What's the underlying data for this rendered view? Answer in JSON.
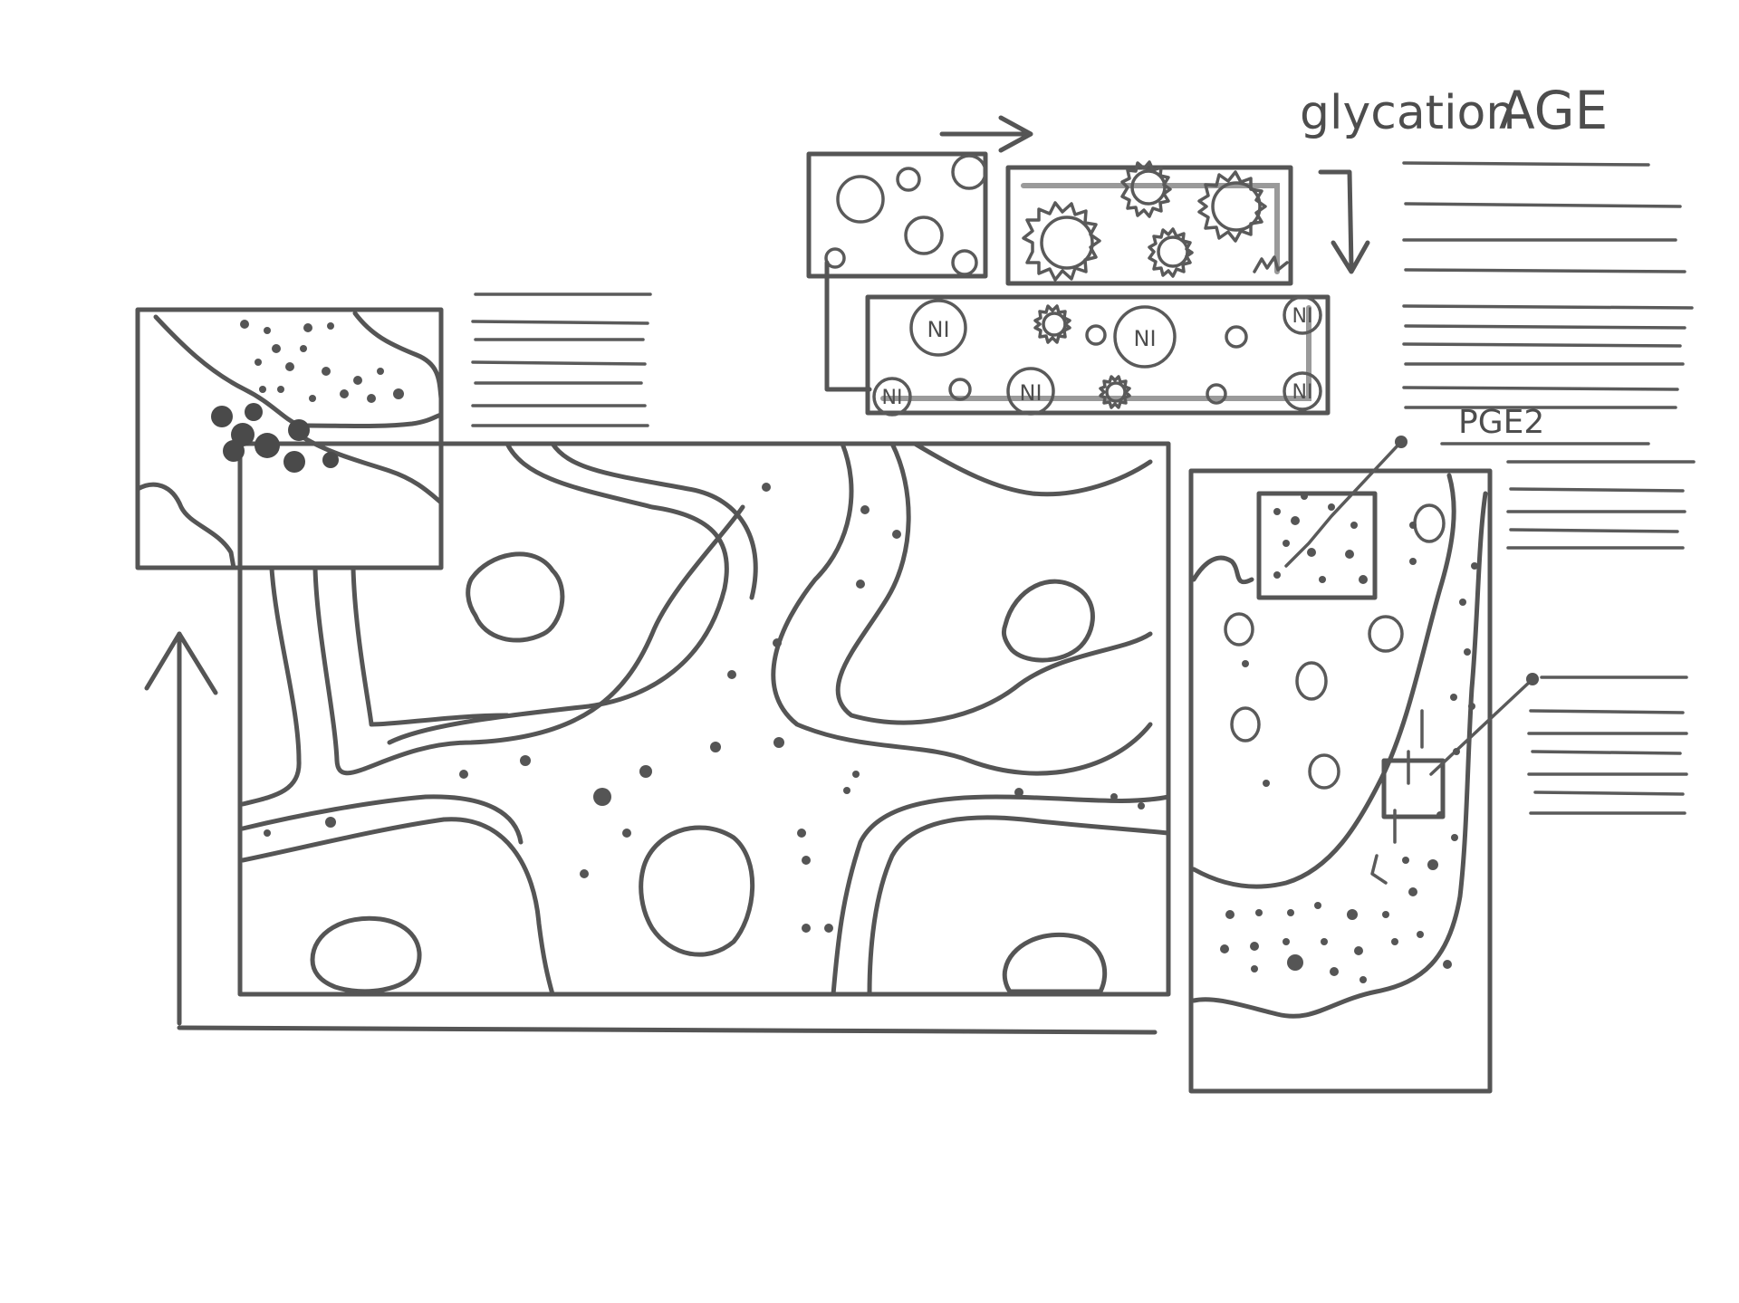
{
  "labels": {
    "glycation": "glycation",
    "age": "AGE",
    "pge2": "PGE2",
    "ni": "NI"
  },
  "ink_color": "#555555"
}
